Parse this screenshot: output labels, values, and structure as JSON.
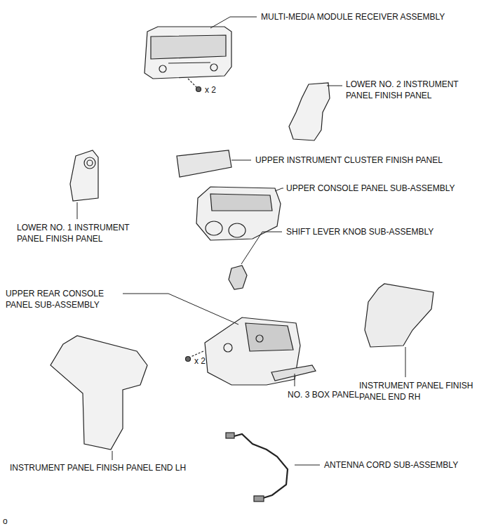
{
  "diagram": {
    "labels": [
      "MULTI-MEDIA MODULE RECEIVER ASSEMBLY",
      "x 2",
      "LOWER NO. 2 INSTRUMENT PANEL FINISH PANEL",
      "UPPER INSTRUMENT CLUSTER FINISH PANEL",
      "UPPER CONSOLE PANEL SUB-ASSEMBLY",
      "SHIFT LEVER KNOB SUB-ASSEMBLY",
      "LOWER NO. 1 INSTRUMENT PANEL FINISH PANEL",
      "UPPER REAR CONSOLE PANEL SUB-ASSEMBLY",
      "x 2",
      "NO. 3 BOX PANEL",
      "INSTRUMENT PANEL FINISH PANEL END RH",
      "INSTRUMENT PANEL FINISH PANEL END LH",
      "ANTENNA CORD SUB-ASSEMBLY",
      "o"
    ]
  }
}
